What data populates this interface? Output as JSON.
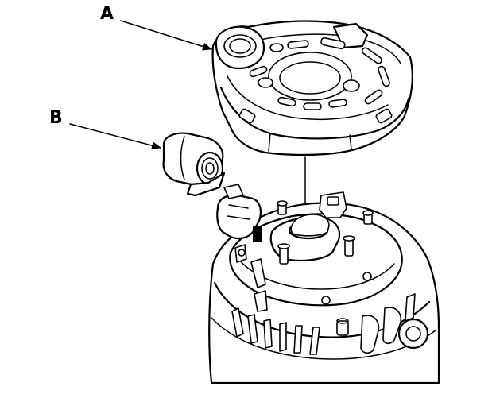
{
  "diagram": {
    "callouts": [
      {
        "id": "A",
        "label": "A"
      },
      {
        "id": "B",
        "label": "B"
      }
    ]
  }
}
